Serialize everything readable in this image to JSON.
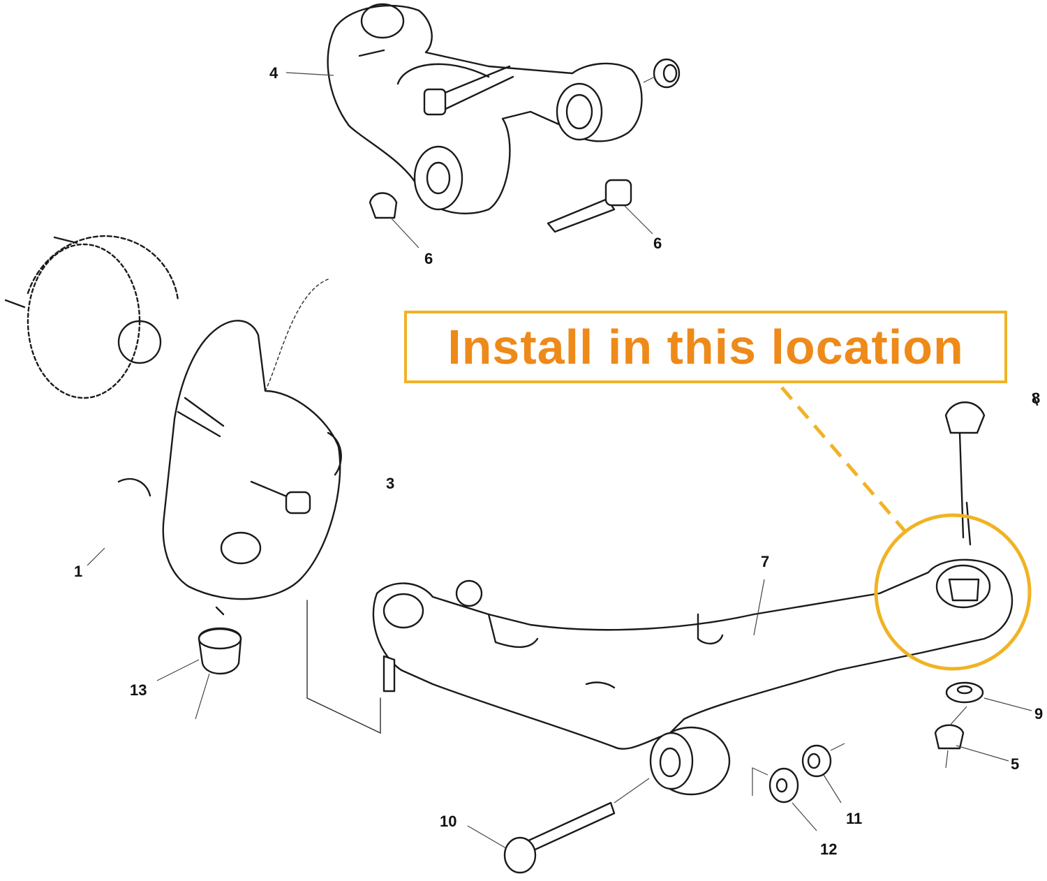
{
  "callout": {
    "text": "Install in this location",
    "text_color": "#ee8a19",
    "border_color": "#f0b324"
  },
  "part_numbers": [
    {
      "id": "4",
      "label": "4"
    },
    {
      "id": "6a",
      "label": "6"
    },
    {
      "id": "6b",
      "label": "6"
    },
    {
      "id": "1",
      "label": "1"
    },
    {
      "id": "3",
      "label": "3"
    },
    {
      "id": "7",
      "label": "7"
    },
    {
      "id": "8",
      "label": "8"
    },
    {
      "id": "9",
      "label": "9"
    },
    {
      "id": "5",
      "label": "5"
    },
    {
      "id": "13",
      "label": "13"
    },
    {
      "id": "10",
      "label": "10"
    },
    {
      "id": "11",
      "label": "11"
    },
    {
      "id": "12",
      "label": "12"
    }
  ],
  "highlight_color": "#f0b324"
}
